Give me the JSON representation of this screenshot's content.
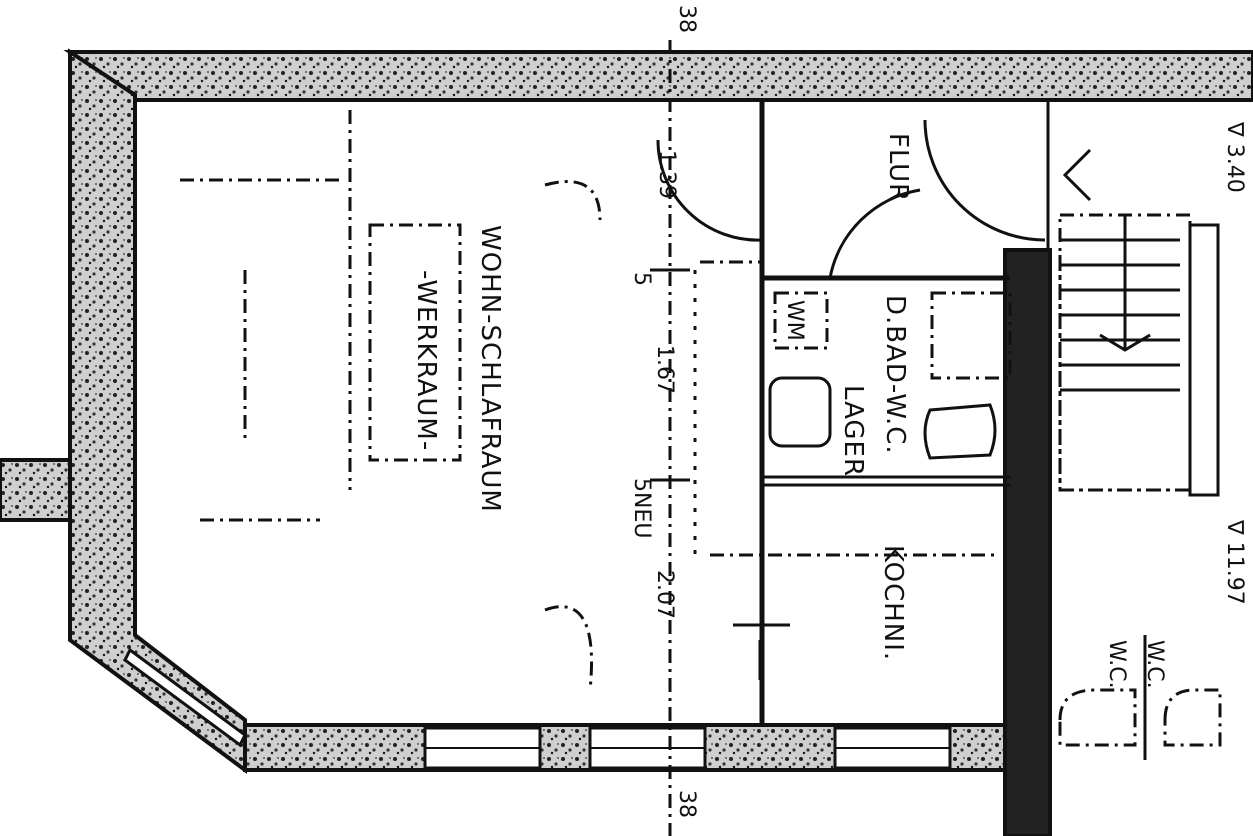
{
  "rooms": {
    "living": "WOHN-SCHLAFRAUM",
    "work": "-WERKRAUM-",
    "hall": "FLUR",
    "bath": "D.BAD-W.C.",
    "storage": "LAGER",
    "kitchenette": "KOCHNI.",
    "washer": "WM",
    "wc1": "W.C.",
    "wc2": "W.C."
  },
  "dimensions": {
    "d1": "1.39",
    "d2": "5",
    "d3": "1.67",
    "d4": "5NEU",
    "d5": "2.07",
    "wall_top": "38",
    "wall_bottom": "38"
  },
  "levels": {
    "upper": "∇ 3.40",
    "lower": "∇ 11.97"
  }
}
